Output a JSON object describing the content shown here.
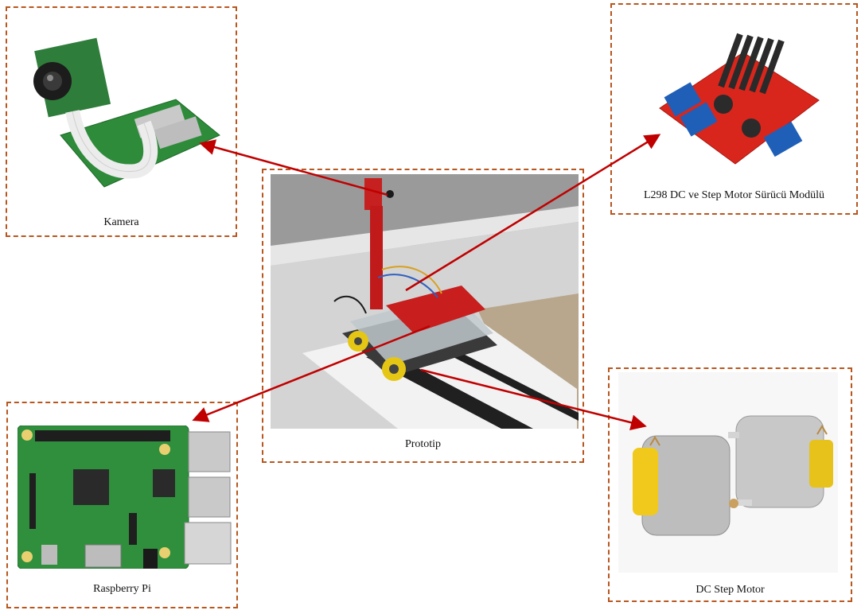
{
  "components": {
    "camera": {
      "label": "Kamera"
    },
    "motor_driver": {
      "label": "L298 DC ve Step Motor Sürücü Modülü"
    },
    "prototype": {
      "label": "Prototip"
    },
    "raspberry_pi": {
      "label": "Raspberry Pi"
    },
    "dc_motor": {
      "label": "DC Step Motor"
    }
  },
  "colors": {
    "border": "#b8561e",
    "arrow": "#c00000"
  }
}
